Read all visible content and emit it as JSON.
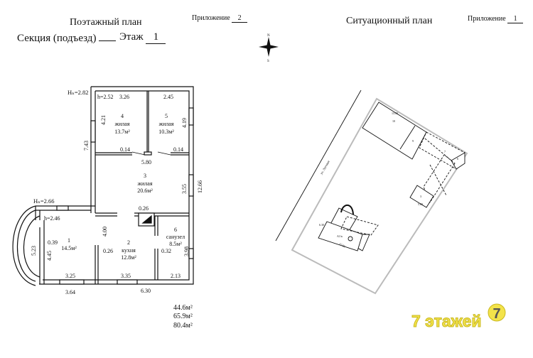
{
  "floor_plan": {
    "title": "Поэтажный план",
    "appendix_label": "Приложение",
    "appendix_number": "2",
    "section_label": "Секция (подъезд)",
    "section_value": "",
    "floor_label": "Этаж",
    "floor_value": "1",
    "heights": {
      "hn_upper": "Hₙ=2.82",
      "h_upper": "h=2.52",
      "hn_lower": "Hₙ=2.66",
      "h_lower": "h=2.46"
    },
    "rooms": [
      {
        "number": "1",
        "name": "",
        "area": "14.5м²"
      },
      {
        "number": "2",
        "name": "кухня",
        "area": "12.8м²"
      },
      {
        "number": "3",
        "name": "жилая",
        "area": "20.6м²"
      },
      {
        "number": "4",
        "name": "жилая",
        "area": "13.7м²"
      },
      {
        "number": "5",
        "name": "жилая",
        "area": "10.3м²"
      },
      {
        "number": "6",
        "name": "санузел",
        "area": "8.5м²"
      }
    ],
    "dimensions": {
      "d326": "3.26",
      "d245": "2.45",
      "d421": "4.21",
      "d419": "4.19",
      "d743": "7.43",
      "d014a": "0.14",
      "d014b": "0.14",
      "d580": "5.80",
      "d355": "3.55",
      "d1266": "12.66",
      "d026a": "0.26",
      "d400": "4.00",
      "d039": "0.39",
      "d523": "5.23",
      "d445": "4.45",
      "d026b": "0.26",
      "d032": "0.32",
      "d398": "3.98",
      "d325": "3.25",
      "d335": "3.35",
      "d213": "2.13",
      "d364": "3.64",
      "d630": "6.30"
    },
    "totals": [
      "44.6м²",
      "65.9м²",
      "80.4м²"
    ]
  },
  "site_plan": {
    "title": "Ситуационный план",
    "appendix_label": "Приложение",
    "appendix_number": "1",
    "street_label": "ул. Луговая",
    "compass": {
      "north": "N",
      "south": "S"
    },
    "labels": {
      "b10": "10",
      "b9": "9",
      "b7": "7",
      "b6": "6",
      "b3": "3",
      "house": "А1/к",
      "dim_1380": "13.80",
      "dim_1266": "12.66",
      "dim_630": "6.30",
      "dim_500": "5.00"
    }
  },
  "watermark": {
    "text": "7 этажей",
    "badge": "7",
    "color": "#f3e34a"
  }
}
